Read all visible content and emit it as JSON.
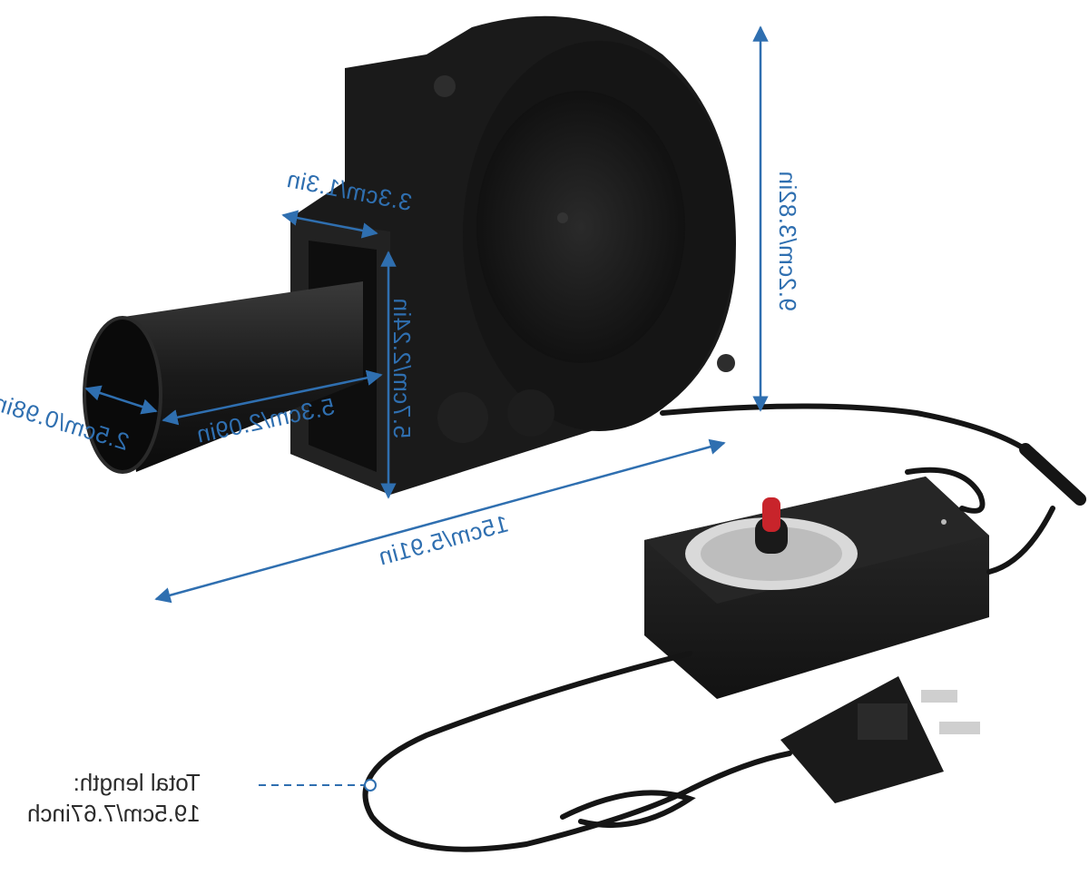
{
  "dimensions": {
    "height": "9.2cm/3.82in",
    "outlet_width": "3.3cm/1.3in",
    "outlet_height": "5.7cm/2.24in",
    "tube_length": "5.3cm/2.09in",
    "tube_diameter": "2.5cm/0.98in",
    "body_length": "15cm/5.91in"
  },
  "cable": {
    "label_line1": "Total length:",
    "label_line2": "19.5cm/7.67inch"
  },
  "colors": {
    "dimension_blue": "#2f6fb0",
    "body_black": "#1c1c1c",
    "knob_red": "#c8242b"
  }
}
